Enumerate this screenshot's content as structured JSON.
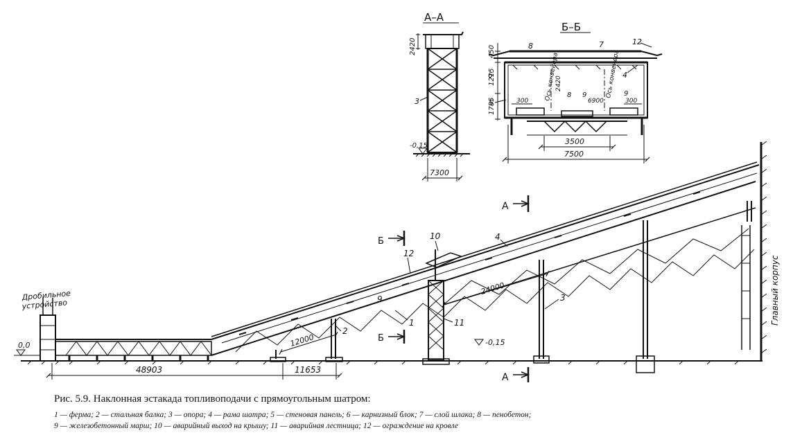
{
  "caption": {
    "title": "Рис. 5.9. Наклонная эстакада топливоподачи с прямоугольным шатром:",
    "legend_line1": "1 — ферма; 2 — стальная балка; 3 — опора; 4 — рама шатра; 5 — стеновая панель; 6 — карнизный блок; 7 — слой шлака; 8 — пенобетон;",
    "legend_line2": "9 — железобетонный марш; 10 — аварийный выход на крышу; 11 — аварийная лестница; 12 — ограждение на кровле"
  },
  "section_aa": {
    "title": "А–А",
    "dim_top": "2420",
    "dim_width": "7300",
    "elev": "-0,15",
    "label_3": "3"
  },
  "section_bb": {
    "title": "Б–Б",
    "dim_450": "450",
    "dim_1215": "1215",
    "dim_1785": "1785",
    "dim_3500": "3500",
    "dim_7500": "7500",
    "dim_300_left": "300",
    "dim_300_right": "300",
    "dim_2420": "2420",
    "dim_6900": "6900",
    "axis_left": "Ось конвейера",
    "axis_right": "Ось конвейера",
    "lbl_8_top": "8",
    "lbl_7": "7",
    "lbl_12": "12",
    "lbl_6": "6",
    "lbl_4": "4",
    "lbl_5": "5",
    "lbl_8_mid": "8",
    "lbl_9_left": "9",
    "lbl_9_right": "9"
  },
  "elevation": {
    "crusher_line1": "Дробильное",
    "crusher_line2": "устройство",
    "main_building": "Главный корпус",
    "elev_zero": "0,0",
    "elev_neg": "-0,15",
    "dim_48903": "48903",
    "dim_11653": "11653",
    "dim_12000": "12000",
    "dim_24000": "24000",
    "cut_a_top": "А",
    "cut_a_bottom": "А",
    "cut_b_top": "Б",
    "cut_b_bottom": "Б",
    "lbl_1": "1",
    "lbl_2": "2",
    "lbl_3": "3",
    "lbl_4": "4",
    "lbl_9": "9",
    "lbl_10": "10",
    "lbl_11": "11",
    "lbl_12": "12"
  }
}
